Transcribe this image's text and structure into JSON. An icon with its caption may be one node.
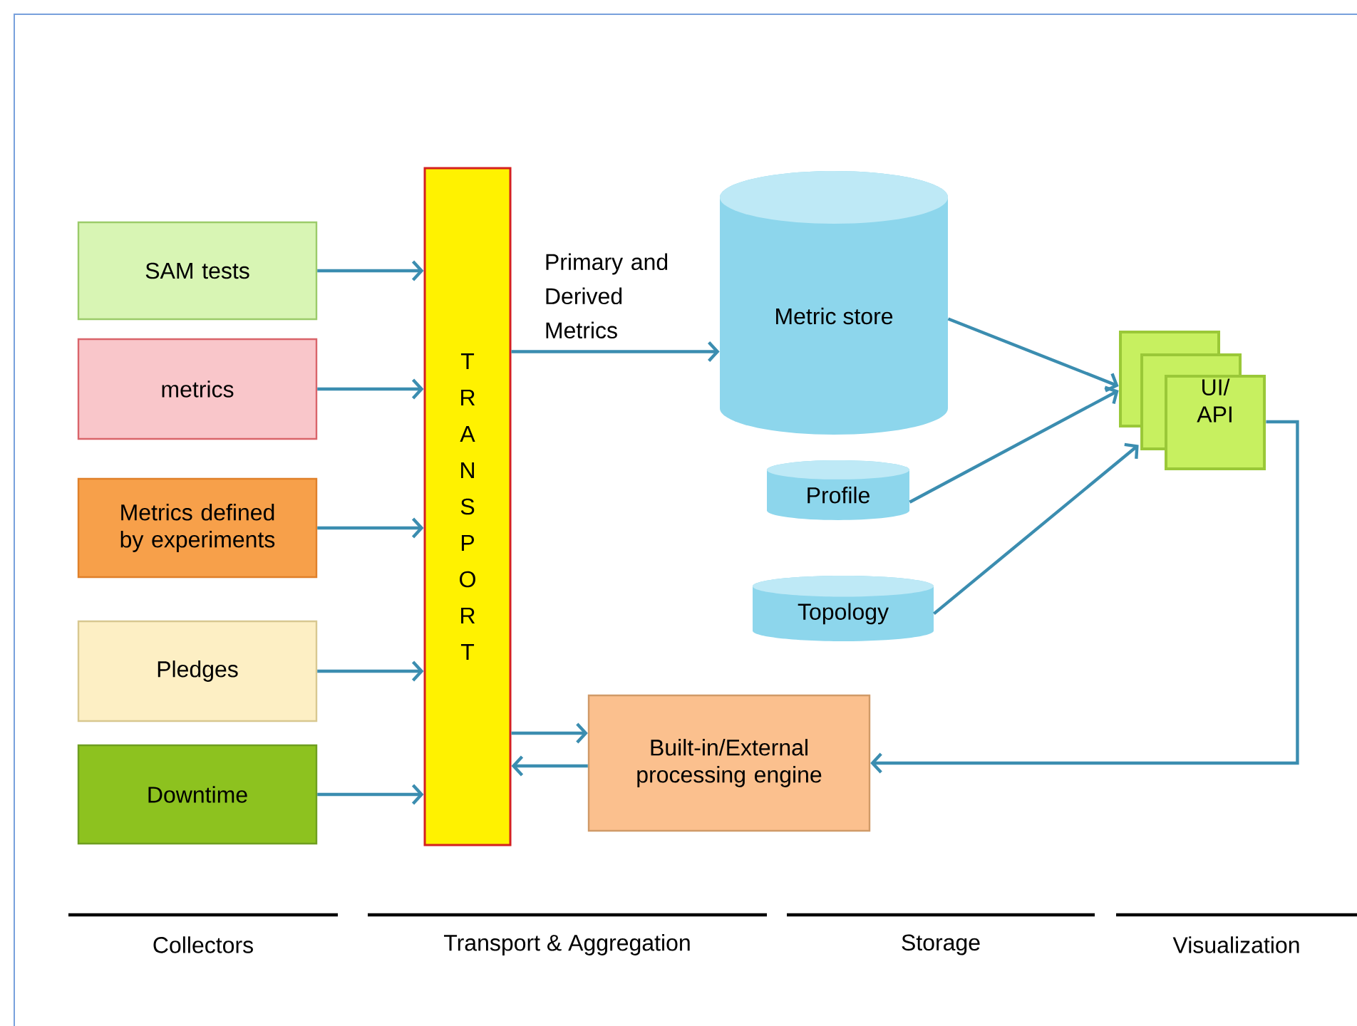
{
  "diagram": {
    "nodes": [
      {
        "text": [
          "SAM tests"
        ]
      },
      {
        "text": [
          "metrics"
        ]
      },
      {
        "text": [
          "Metrics defined by experiments"
        ]
      },
      {
        "text": [
          "Pledges"
        ]
      },
      {
        "text": [
          "Downtime"
        ]
      },
      {
        "text": [
          "TRANSPORT"
        ]
      },
      {
        "text": [
          "Metric store"
        ]
      },
      {
        "text": [
          "Profile"
        ]
      },
      {
        "text": [
          "Topology"
        ]
      },
      {
        "text": [
          "UI/ API"
        ]
      },
      {
        "text": [
          "Built-in/External processing engine"
        ]
      }
    ],
    "edges": [
      {
        "from": 0,
        "to": 5,
        "arrow": "to"
      },
      {
        "from": 1,
        "to": 5,
        "arrow": "to"
      },
      {
        "from": 2,
        "to": 5,
        "arrow": "to"
      },
      {
        "from": 3,
        "to": 5,
        "arrow": "to"
      },
      {
        "from": 4,
        "to": 5,
        "arrow": "to"
      },
      {
        "from": 5,
        "to": 6,
        "arrow": "to",
        "label": "Primary and Derived Metrics"
      },
      {
        "from": 6,
        "to": 9,
        "arrow": "to"
      },
      {
        "from": 7,
        "to": 9,
        "arrow": "to"
      },
      {
        "from": 8,
        "to": 9,
        "arrow": "to"
      },
      {
        "from": 9,
        "to": 10,
        "arrow": "to"
      },
      {
        "from": 5,
        "to": 10,
        "arrow": "to"
      },
      {
        "from": 10,
        "to": 5,
        "arrow": "to"
      }
    ],
    "labels": [
      "Collectors",
      "Transport & Aggregation",
      "Storage",
      "Visualization"
    ]
  }
}
